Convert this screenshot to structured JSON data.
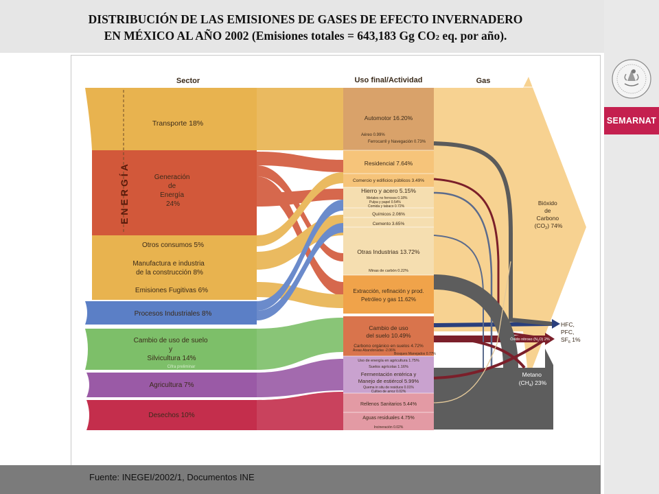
{
  "header": {
    "title_line1": "DISTRIBUCIÓN DE LAS EMISIONES DE GASES DE EFECTO INVERNADERO",
    "title_line2": "EN MÉXICO AL AÑO 2002 (Emisiones totales = 643,183 Gg CO",
    "title_sub": "2",
    "title_line2_end": " eq. por año)."
  },
  "brand": {
    "name": "SEMARNAT",
    "seal_icon": "mexican-coat-of-arms-seal"
  },
  "diagram": {
    "column_headers": {
      "sector": "Sector",
      "uso": "Uso final/Actividad",
      "gas": "Gas"
    },
    "energia_label": "ENERGÍA",
    "sectors": [
      {
        "id": "transporte",
        "lines": [
          "Transporte 18%"
        ],
        "color": "#e8b34f"
      },
      {
        "id": "generacion",
        "lines": [
          "Generación",
          "de",
          "Energía",
          "24%"
        ],
        "color": "#d2583a"
      },
      {
        "id": "otros",
        "lines": [
          "Otros consumos 5%"
        ],
        "color": "#e8b34f"
      },
      {
        "id": "manufactura",
        "lines": [
          "Manufactura e industria",
          "de la construcción 8%"
        ],
        "color": "#e8b34f"
      },
      {
        "id": "fugitivas",
        "lines": [
          "Emisiones Fugitivas 6%"
        ],
        "color": "#e8b34f"
      },
      {
        "id": "procesos",
        "lines": [
          "Procesos Industriales 8%"
        ],
        "color": "#5b7fc6"
      },
      {
        "id": "cambio",
        "lines": [
          "Cambio de uso de suelo",
          "y",
          "Silvicultura 14%"
        ],
        "color": "#7dbf69"
      },
      {
        "id": "agricultura",
        "lines": [
          "Agricultura 7%"
        ],
        "color": "#9a5aa6"
      },
      {
        "id": "desechos",
        "lines": [
          "Desechos 10%"
        ],
        "color": "#c42e4c"
      }
    ],
    "cifra_preliminar": "Cifra preliminar",
    "uses": [
      {
        "id": "automotor",
        "label": "Automotor 16.20%",
        "color": "#d9a26a",
        "small": false
      },
      {
        "id": "aereo",
        "label": "Aéreo 0.99%",
        "color": "#d9a26a",
        "small": true
      },
      {
        "id": "ferro",
        "label": "Ferrocarril y Navegación 0.73%",
        "color": "#d9a26a",
        "small": true
      },
      {
        "id": "residencial",
        "label": "Residencial 7.64%",
        "color": "#f6c47a",
        "small": false
      },
      {
        "id": "comercio",
        "label": "Comercio y edificios públicos 3.49%",
        "color": "#f6c47a",
        "small": true
      },
      {
        "id": "hierro",
        "label": "Hierro y acero 5.15%",
        "color": "#f5deb0",
        "small": false
      },
      {
        "id": "metales",
        "label": "Metales no ferrosos 0.18%",
        "color": "#f5deb0",
        "small": true
      },
      {
        "id": "pulpa",
        "label": "Pulpa y papel 0.54%",
        "color": "#f5deb0",
        "small": true
      },
      {
        "id": "comida",
        "label": "Comida y tabaco 0.72%",
        "color": "#f5deb0",
        "small": true
      },
      {
        "id": "quimicos",
        "label": "Químicos 2.06%",
        "color": "#f5deb0",
        "small": true
      },
      {
        "id": "cemento",
        "label": "Cemento 3.65%",
        "color": "#f5deb0",
        "small": true
      },
      {
        "id": "otras",
        "label": "Otras Industrias 13.72%",
        "color": "#f5deb0",
        "small": false
      },
      {
        "id": "minas",
        "label": "Minas de carbón 0.22%",
        "color": "#f5deb0",
        "small": true
      },
      {
        "id": "extraccion1",
        "label": "Extracción, refinación y prod.",
        "color": "#f0a34a",
        "small": false
      },
      {
        "id": "extraccion2",
        "label": "Petróleo y gas 11.62%",
        "color": "#f0a34a",
        "small": false
      },
      {
        "id": "cambio_uso1",
        "label": "Cambio de uso",
        "color": "#d9744c",
        "small": false
      },
      {
        "id": "cambio_uso2",
        "label": "del suelo 10.49%",
        "color": "#d9744c",
        "small": false
      },
      {
        "id": "carbono",
        "label": "Carbono orgánico en suelos 4.72%",
        "color": "#d9744c",
        "small": true
      },
      {
        "id": "areas",
        "label": "Áreas Abandonadas -2.06%",
        "color": "#d9744c",
        "small": true
      },
      {
        "id": "bosques",
        "label": "Bosques Manejados 0.77%",
        "color": "#d9744c",
        "small": true
      },
      {
        "id": "energia_agri",
        "label": "Uso de energía en agricultura 1.75%",
        "color": "#c9a2cf",
        "small": true
      },
      {
        "id": "suelos",
        "label": "Suelos agrícolas 1.16%",
        "color": "#c9a2cf",
        "small": true
      },
      {
        "id": "ferment1",
        "label": "Fermentación entérica y",
        "color": "#c9a2cf",
        "small": false
      },
      {
        "id": "ferment2",
        "label": "Manejo de estiércol 5.99%",
        "color": "#c9a2cf",
        "small": false
      },
      {
        "id": "quema",
        "label": "Quema in situ de residuos 0.01%",
        "color": "#c9a2cf",
        "small": true
      },
      {
        "id": "arroz",
        "label": "Cultivo de arroz 0.02%",
        "color": "#c9a2cf",
        "small": true
      },
      {
        "id": "rellenos",
        "label": "Rellenos Sanitarios 5.44%",
        "color": "#e39aa4",
        "small": false
      },
      {
        "id": "aguas",
        "label": "Aguas residuales 4.75%",
        "color": "#e39aa4",
        "small": false
      },
      {
        "id": "incineracion",
        "label": "Incineración 0.02%",
        "color": "#e39aa4",
        "small": true
      }
    ],
    "gases": {
      "co2_lines": [
        "Bióxido",
        "de",
        "Carbono"
      ],
      "co2_formula_pre": "(CO",
      "co2_formula_sub": "2",
      "co2_formula_post": ") 74%",
      "hfc": "HFC",
      "pfc": "PFC",
      "sf": "SF",
      "sf_sub": "6",
      "sf_post": " 1%",
      "n2o_pre": "Óxido nitroso (N",
      "n2o_sub": "2",
      "n2o_post": "O) 2%",
      "metano_line1": "Metano",
      "metano_pre": "(CH",
      "metano_sub": "4",
      "metano_post": ") 23%"
    },
    "colors": {
      "co2": "#f7d291",
      "methane": "#5d5d5d",
      "n2o": "#7b1f2a",
      "hfc": "#2a3f7c"
    }
  },
  "footer": {
    "source": "Fuente: INEGEI/2002/1, Documentos INE"
  }
}
